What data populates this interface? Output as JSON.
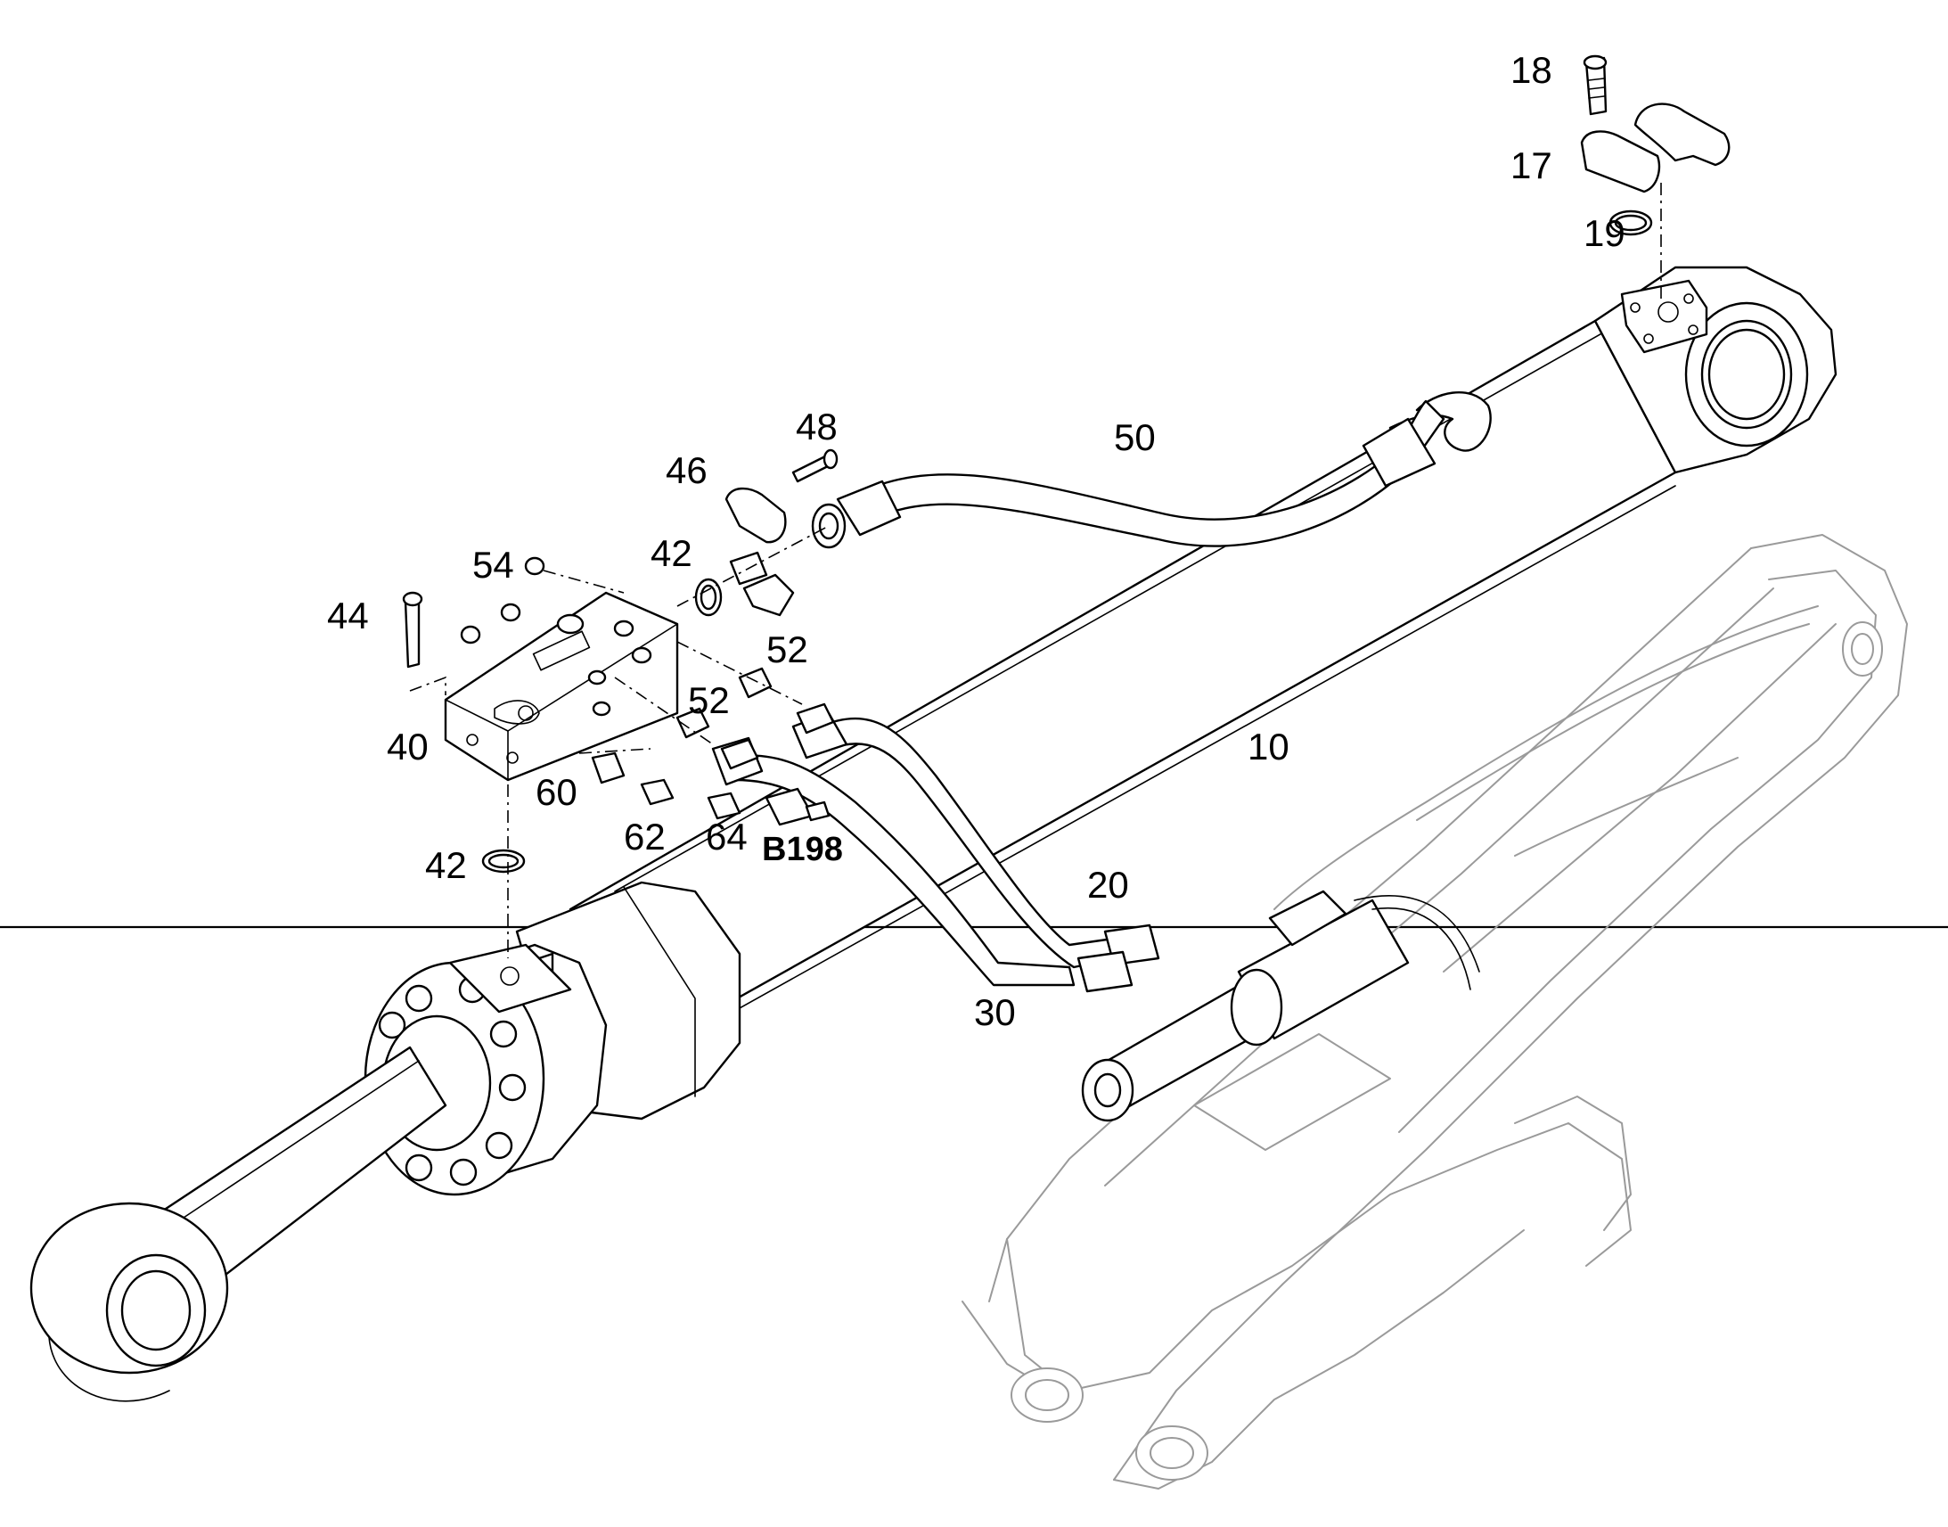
{
  "diagram": {
    "labels": {
      "l10": "10",
      "l17": "17",
      "l18": "18",
      "l19": "19",
      "l20": "20",
      "l30": "30",
      "l40": "40",
      "l42a": "42",
      "l42b": "42",
      "l44": "44",
      "l46": "46",
      "l48": "48",
      "l50": "50",
      "l52a": "52",
      "l52b": "52",
      "l54": "54",
      "l60": "60",
      "l62": "62",
      "l64": "64",
      "b198": "B198"
    }
  }
}
